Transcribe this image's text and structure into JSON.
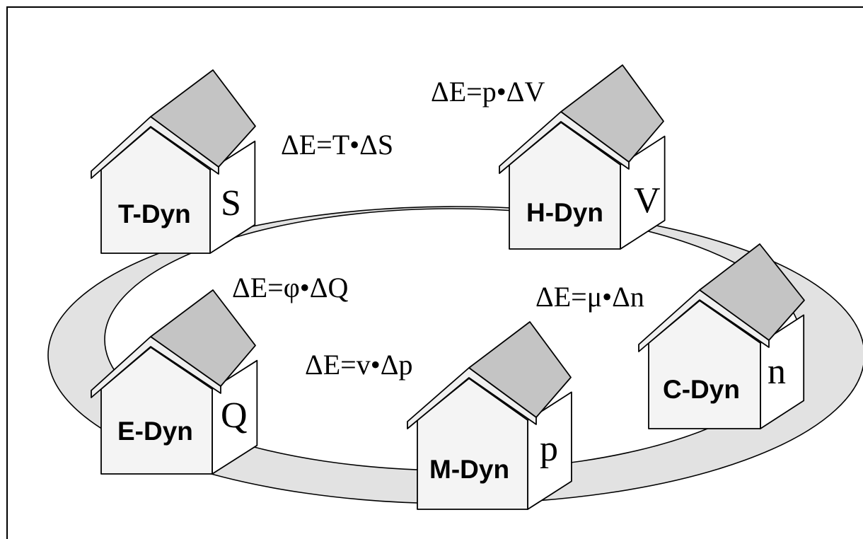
{
  "houses": [
    {
      "id": "t",
      "label": "T-Dyn",
      "variable": "S",
      "equation": "ΔE=T•ΔS"
    },
    {
      "id": "h",
      "label": "H-Dyn",
      "variable": "V",
      "equation": "ΔE=p•ΔV"
    },
    {
      "id": "e",
      "label": "E-Dyn",
      "variable": "Q",
      "equation": "ΔE=φ•ΔQ"
    },
    {
      "id": "m",
      "label": "M-Dyn",
      "variable": "p",
      "equation": "ΔE=v•Δp"
    },
    {
      "id": "c",
      "label": "C-Dyn",
      "variable": "n",
      "equation": "ΔE=μ•Δn"
    }
  ],
  "colors": {
    "ring": "#e2e2e2",
    "house_front": "#f4f4f4",
    "house_side": "#ffffff",
    "roof_front": "#f0f0f0",
    "roof_top": "#c4c4c4",
    "stroke": "#000000"
  }
}
